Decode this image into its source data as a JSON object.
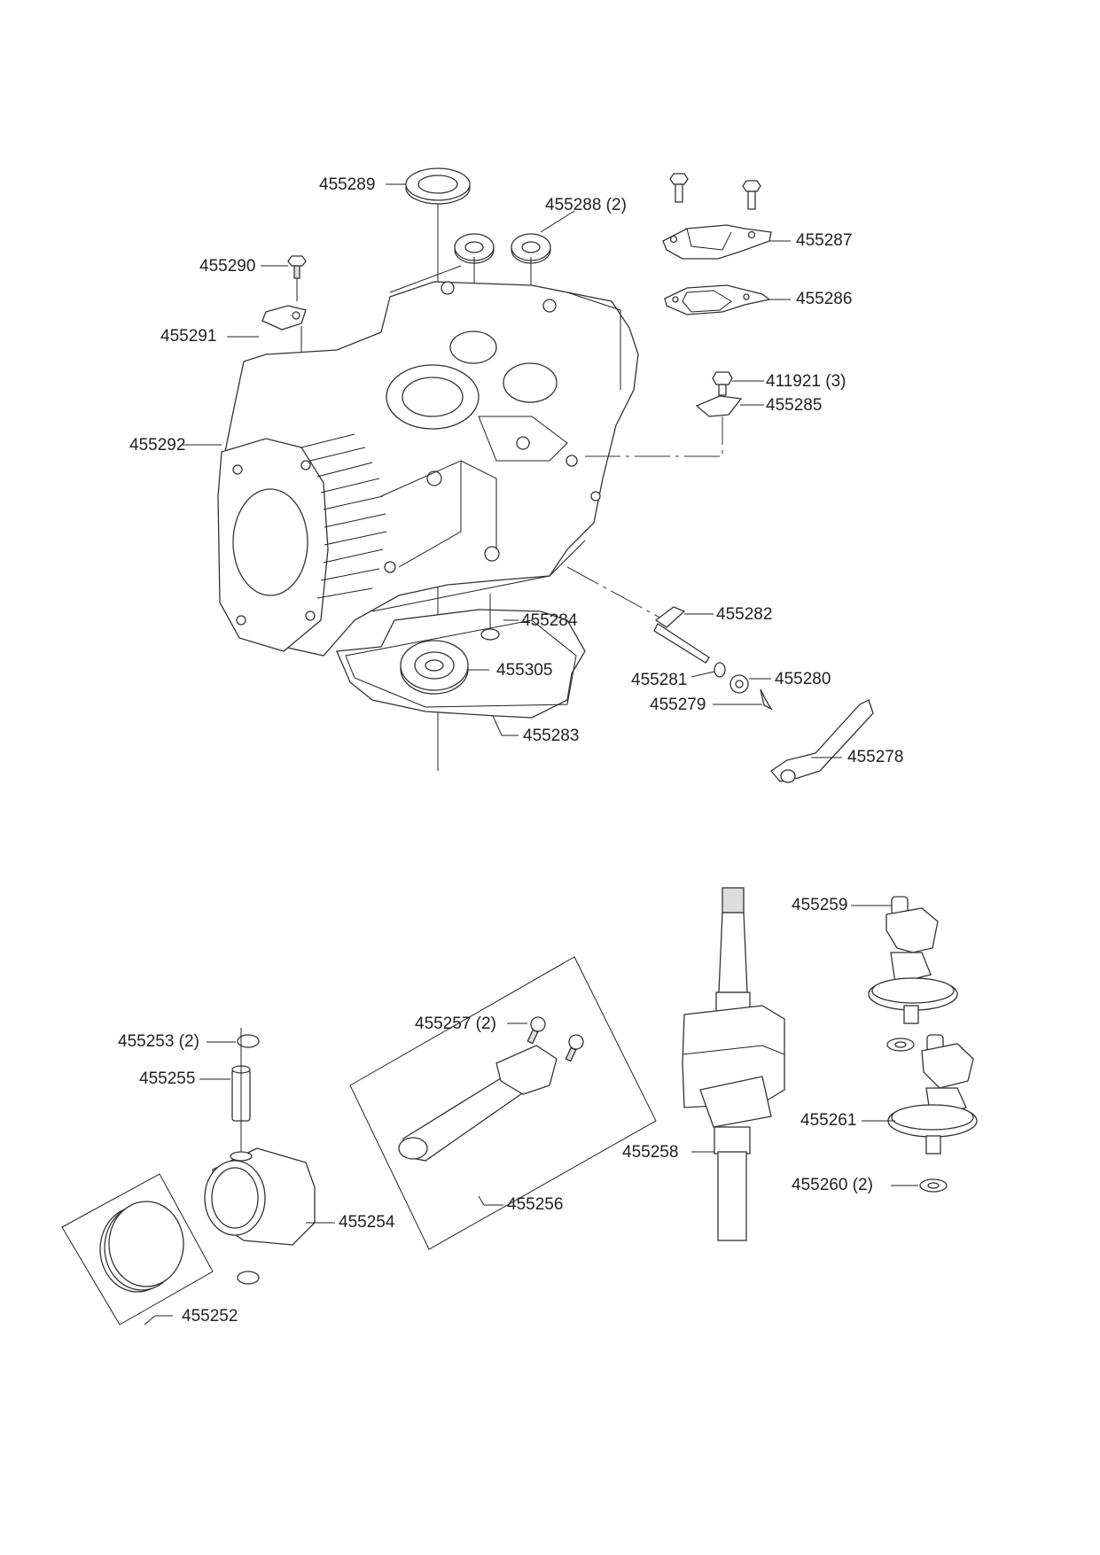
{
  "diagram": {
    "type": "exploded-parts-diagram",
    "subject": "engine crankcase, crankshaft, piston and camshaft assembly",
    "upper_group": [
      {
        "part": "455289",
        "qty": ""
      },
      {
        "part": "455288",
        "qty": "(2)"
      },
      {
        "part": "455290",
        "qty": ""
      },
      {
        "part": "455291",
        "qty": ""
      },
      {
        "part": "455292",
        "qty": ""
      },
      {
        "part": "455287",
        "qty": ""
      },
      {
        "part": "455286",
        "qty": ""
      },
      {
        "part": "411921",
        "qty": "(3)"
      },
      {
        "part": "455285",
        "qty": ""
      },
      {
        "part": "455284",
        "qty": ""
      },
      {
        "part": "455282",
        "qty": ""
      },
      {
        "part": "455305",
        "qty": ""
      },
      {
        "part": "455281",
        "qty": ""
      },
      {
        "part": "455280",
        "qty": ""
      },
      {
        "part": "455279",
        "qty": ""
      },
      {
        "part": "455283",
        "qty": ""
      },
      {
        "part": "455278",
        "qty": ""
      }
    ],
    "lower_group": [
      {
        "part": "455259",
        "qty": ""
      },
      {
        "part": "455257",
        "qty": "(2)"
      },
      {
        "part": "455253",
        "qty": "(2)"
      },
      {
        "part": "455255",
        "qty": ""
      },
      {
        "part": "455261",
        "qty": ""
      },
      {
        "part": "455258",
        "qty": ""
      },
      {
        "part": "455260",
        "qty": "(2)"
      },
      {
        "part": "455256",
        "qty": ""
      },
      {
        "part": "455254",
        "qty": ""
      },
      {
        "part": "455252",
        "qty": ""
      }
    ]
  },
  "labels": {
    "l455289": "455289",
    "l455288": "455288 (2)",
    "l455290": "455290",
    "l455291": "455291",
    "l455292": "455292",
    "l455287": "455287",
    "l455286": "455286",
    "l411921": "411921 (3)",
    "l455285": "455285",
    "l455284": "455284",
    "l455282": "455282",
    "l455305": "455305",
    "l455281": "455281",
    "l455280": "455280",
    "l455279": "455279",
    "l455283": "455283",
    "l455278": "455278",
    "l455259": "455259",
    "l455257": "455257 (2)",
    "l455253": "455253 (2)",
    "l455255": "455255",
    "l455261": "455261",
    "l455258": "455258",
    "l455260": "455260 (2)",
    "l455256": "455256",
    "l455254": "455254",
    "l455252": "455252"
  }
}
